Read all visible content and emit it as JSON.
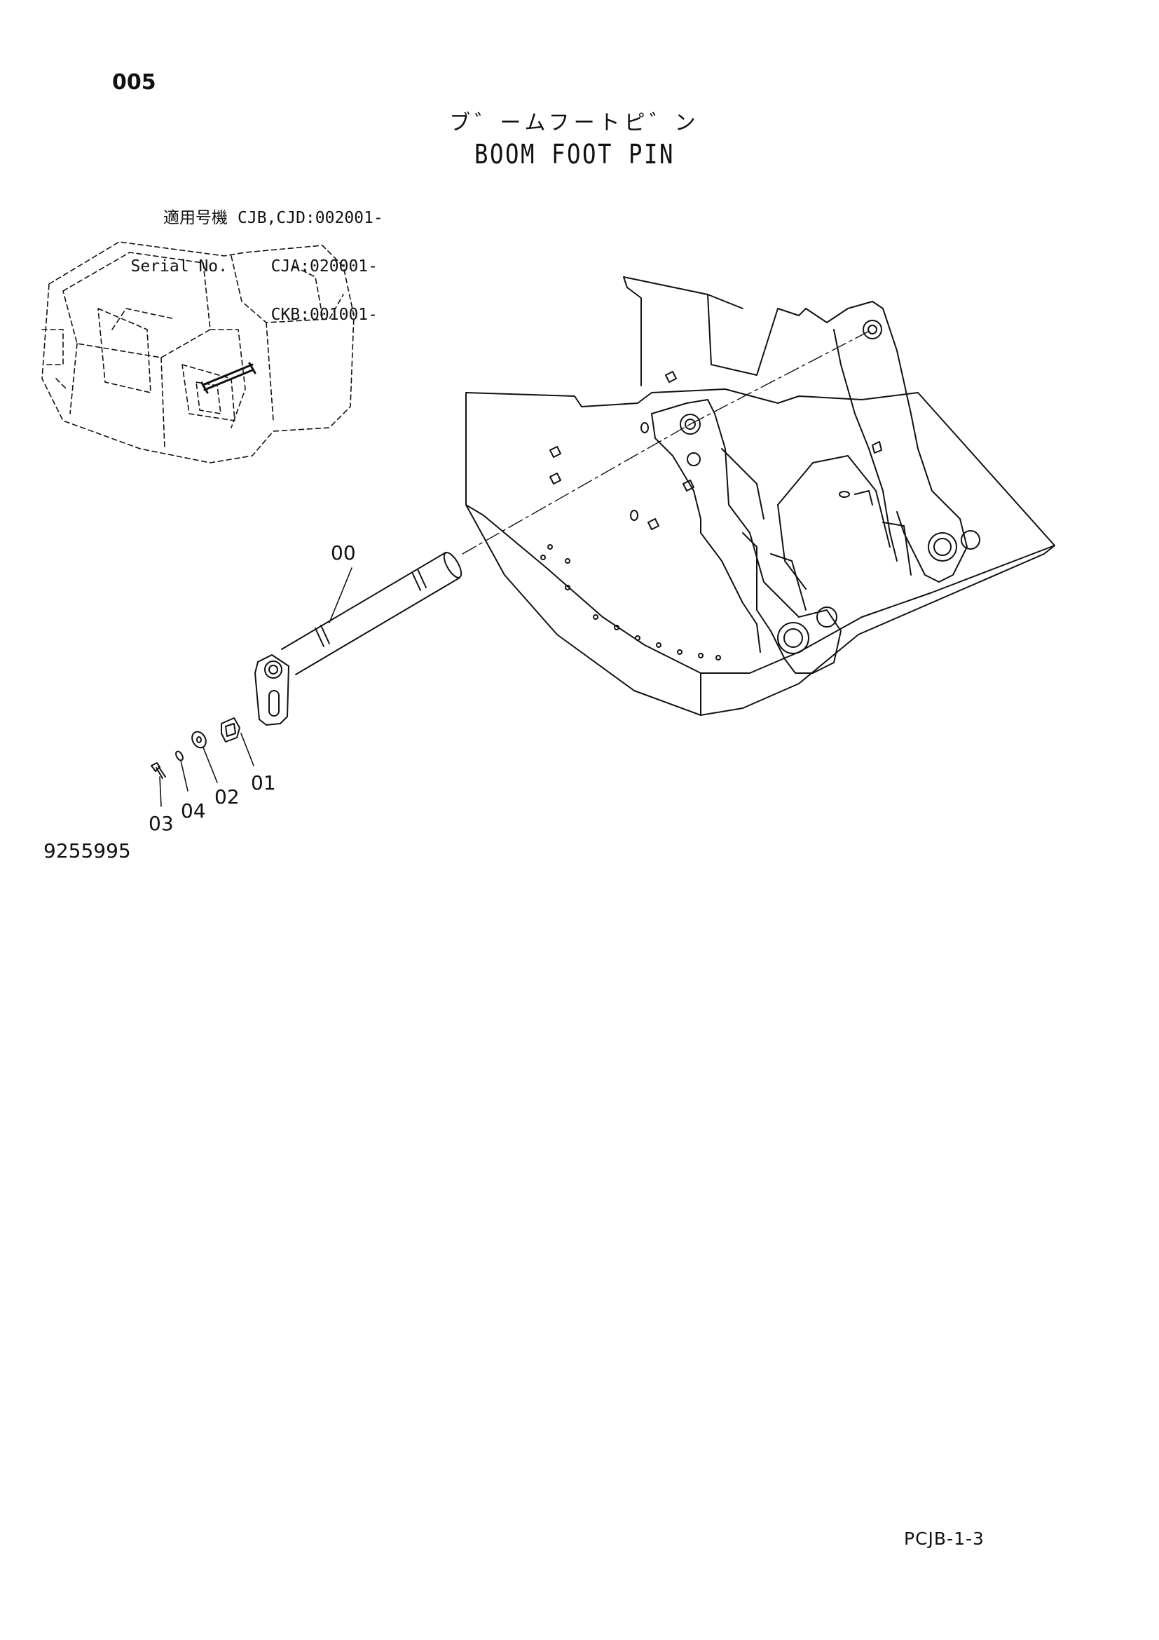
{
  "page": {
    "number": "005",
    "drawing_id": "9255995",
    "page_ref": "PCJB-1-3"
  },
  "title": {
    "japanese": "ブ゛ームフートピ゛ン",
    "english": "BOOM FOOT PIN"
  },
  "serial": {
    "label_jp": "適用号機",
    "label_en": "Serial No.",
    "entries": [
      "CJB,CJD:002001-",
      "CJA:020001-",
      "CKB:001001-"
    ]
  },
  "callouts": [
    "00",
    "01",
    "02",
    "03",
    "04"
  ],
  "colors": {
    "line": "#111111",
    "background": "#ffffff"
  }
}
